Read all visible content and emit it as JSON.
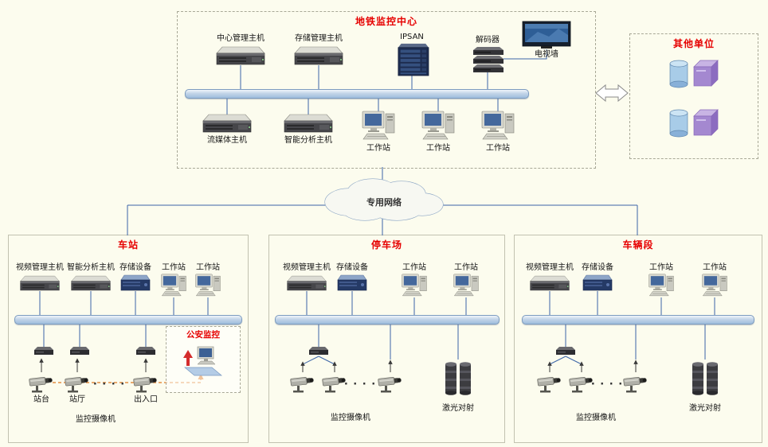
{
  "colors": {
    "background": "#fcfcee",
    "title_red": "#e60000",
    "line_blue": "#3b64a8",
    "bus_fill": "#c2d4e8",
    "arrow_orange": "#e07a20"
  },
  "monitor_center": {
    "title": "地铁监控中心",
    "top_devices": [
      {
        "label": "中心管理主机",
        "icon": "rack-server"
      },
      {
        "label": "存储管理主机",
        "icon": "rack-server"
      },
      {
        "label": "IPSAN",
        "icon": "ipsan-array"
      },
      {
        "label": "解码器",
        "icon": "decoder-stack"
      },
      {
        "label": "电视墙",
        "icon": "tv-wall"
      }
    ],
    "bottom_devices": [
      {
        "label": "流媒体主机",
        "icon": "rack-server"
      },
      {
        "label": "智能分析主机",
        "icon": "rack-server"
      },
      {
        "label": "工作站",
        "icon": "workstation"
      },
      {
        "label": "工作站",
        "icon": "workstation"
      },
      {
        "label": "工作站",
        "icon": "workstation"
      }
    ]
  },
  "other_units": {
    "title": "其他单位",
    "groups": [
      {
        "icon": "database-server-group"
      },
      {
        "icon": "database-server-group"
      }
    ]
  },
  "network_cloud": {
    "label": "专用网络"
  },
  "station": {
    "title": "车站",
    "devices": [
      {
        "label": "视频管理主机",
        "icon": "rack-server"
      },
      {
        "label": "智能分析主机",
        "icon": "rack-server"
      },
      {
        "label": "存储设备",
        "icon": "storage-server"
      },
      {
        "label": "工作站",
        "icon": "workstation"
      },
      {
        "label": "工作站",
        "icon": "workstation"
      }
    ],
    "police": {
      "title": "公安监控",
      "icon": "police-monitor"
    },
    "cameras": [
      {
        "label": "站台"
      },
      {
        "label": "站厅"
      },
      {
        "label": "出入口"
      }
    ],
    "ellipsis": "· · · ·",
    "camera_group_label": "监控摄像机"
  },
  "parking": {
    "title": "停车场",
    "devices": [
      {
        "label": "视频管理主机",
        "icon": "rack-server"
      },
      {
        "label": "存储设备",
        "icon": "storage-server"
      },
      {
        "label": "工作站",
        "icon": "workstation"
      },
      {
        "label": "工作站",
        "icon": "workstation"
      }
    ],
    "ellipsis": "· · · ·",
    "camera_group_label": "监控摄像机",
    "laser_label": "激光对射"
  },
  "depot": {
    "title": "车辆段",
    "devices": [
      {
        "label": "视频管理主机",
        "icon": "rack-server"
      },
      {
        "label": "存储设备",
        "icon": "storage-server"
      },
      {
        "label": "工作站",
        "icon": "workstation"
      },
      {
        "label": "工作站",
        "icon": "workstation"
      }
    ],
    "ellipsis": "· · · ·",
    "camera_group_label": "监控摄像机",
    "laser_label": "激光对射"
  }
}
